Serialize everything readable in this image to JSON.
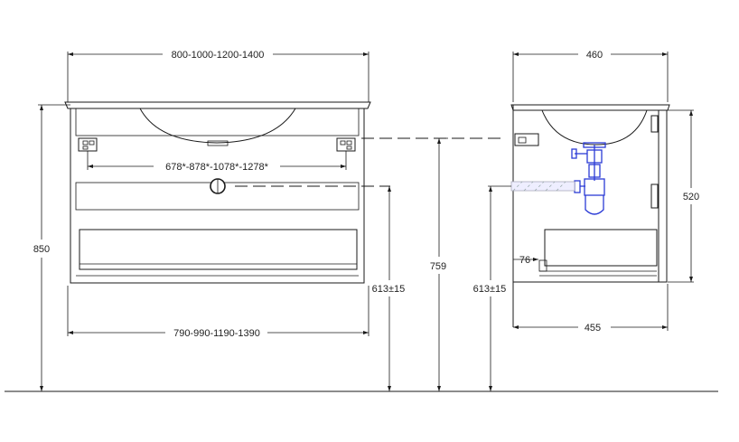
{
  "front_view": {
    "overall_width": "800-1000-1200-1400",
    "cabinet_width": "790-990-1190-1390",
    "mount_spacing": "678*-878*-1078*-1278*",
    "overall_height": "850",
    "drain_height": "613±15"
  },
  "center": {
    "mount_height": "759"
  },
  "side_view": {
    "depth": "460",
    "cabinet_depth": "455",
    "cabinet_height": "520",
    "drain_height": "613±15",
    "offset": "76"
  },
  "colors": {
    "line": "#1a1a1a",
    "siphon": "#2b3bd6"
  }
}
